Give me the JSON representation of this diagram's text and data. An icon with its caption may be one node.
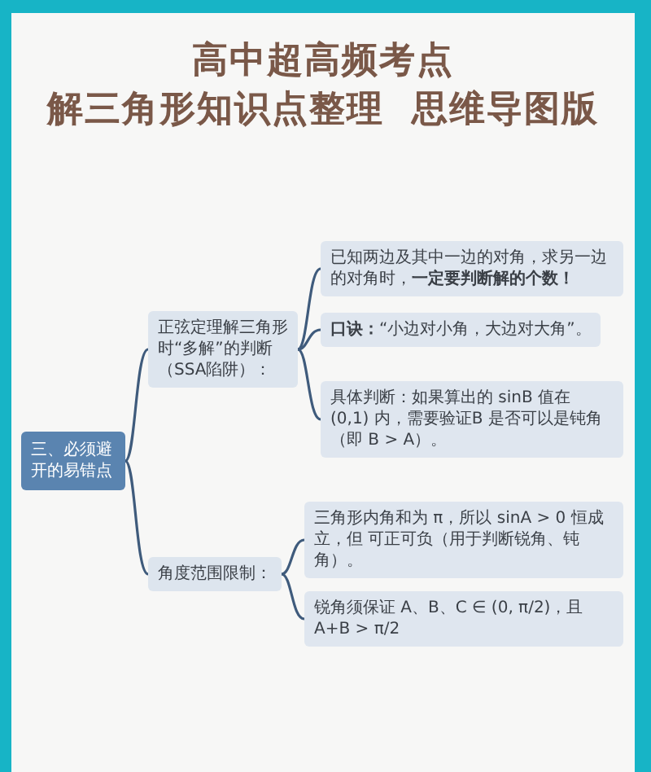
{
  "diagram": {
    "title": "高中超高频考点",
    "nodes": [
      {
        "text": [
          "三、必须避开的易错点"
        ]
      },
      {
        "text": [
          "正弦定理解三角形时“多解”的判断（SSA陷阱）："
        ]
      },
      {
        "text": [
          "已知两边及其中一边的对角，求另一边的对角时，**一定要判断解的个数！**"
        ]
      },
      {
        "text": [
          "**口诀：**“小边对小角，大边对大角”。"
        ]
      },
      {
        "text": [
          "具体判断：如果算出的 sinB 值在 (0,1) 内，需要验证B 是否可以是钝角（即 B > A）。"
        ]
      },
      {
        "text": [
          "角度范围限制："
        ]
      },
      {
        "text": [
          "三角形内角和为 π，所以 sinA > 0 恒成立，但 可正可负（用于判断锐角、钝角）。"
        ]
      },
      {
        "text": [
          "锐角须保证 A、B、C ∈ (0, π/2)，且 A+B > π/2"
        ]
      }
    ],
    "edges": [
      {
        "from": 0,
        "to": 1,
        "arrow": "none"
      },
      {
        "from": 1,
        "to": 2,
        "arrow": "none"
      },
      {
        "from": 1,
        "to": 3,
        "arrow": "none"
      },
      {
        "from": 1,
        "to": 4,
        "arrow": "none"
      },
      {
        "from": 0,
        "to": 5,
        "arrow": "none"
      },
      {
        "from": 5,
        "to": 6,
        "arrow": "none"
      },
      {
        "from": 5,
        "to": 7,
        "arrow": "none"
      }
    ],
    "labels": [
      "解三角形知识点整理 思维导图版"
    ]
  }
}
